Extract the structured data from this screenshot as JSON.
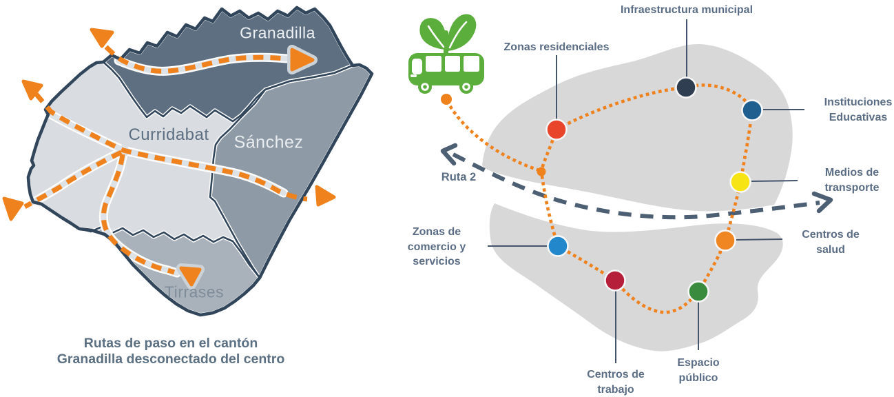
{
  "left_map": {
    "caption": {
      "line1": "Rutas de paso en el cantón",
      "line2": "Granadilla desconectado del centro"
    },
    "districts": {
      "granadilla": "Granadilla",
      "curridabat": "Curridabat",
      "sanchez": "Sánchez",
      "tirrases": "Tirrases"
    },
    "colors": {
      "granadilla": "#5d6f81",
      "curridabat": "#d9dde1",
      "sanchez": "#8e9aa6",
      "tirrases": "#a9b2bb",
      "outline": "#32465b",
      "route": "#f0821d",
      "road": "#dde2e6",
      "arrow_badge": "#ccd3d8",
      "caption_text": "#5b7083"
    }
  },
  "right_map": {
    "route_label": "Ruta 2",
    "labels": {
      "infraestructura": {
        "line1": "Infraestructura municipal"
      },
      "residenciales": {
        "line1": "Zonas residenciales"
      },
      "educativas": {
        "line1": "Instituciones",
        "line2": "Educativas"
      },
      "transporte": {
        "line1": "Medios de",
        "line2": "transporte"
      },
      "salud": {
        "line1": "Centros de",
        "line2": "salud"
      },
      "espacio": {
        "line1": "Espacio",
        "line2": "público"
      },
      "trabajo": {
        "line1": "Centros de",
        "line2": "trabajo"
      },
      "comercio": {
        "line1": "Zonas de",
        "line2": "comercio y",
        "line3": "servicios"
      }
    },
    "colors": {
      "infraestructura": "#2f3e50",
      "residenciales": "#e8452b",
      "educativas": "#1e5f90",
      "transporte": "#f6e414",
      "salud": "#f08621",
      "espacio": "#3a8b3e",
      "trabajo": "#b51f3a",
      "comercio": "#2388cb",
      "blob": "#d8d8d8",
      "route": "#f0821d",
      "ruta2_dash": "#4d5f73",
      "leader": "#44546a",
      "bus": "#5cae3c",
      "label_text": "#5b6d85"
    },
    "icon": "eco-bus"
  }
}
